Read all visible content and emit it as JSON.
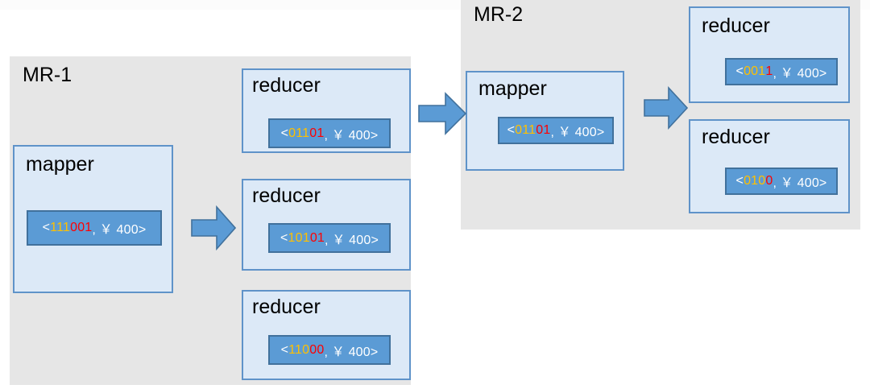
{
  "diagram": {
    "title_hidden": "",
    "colors": {
      "group_bg": "#e6e6e6",
      "node_bg": "#dce9f7",
      "node_border": "#5f93c9",
      "chip_bg": "#5b9bd5",
      "chip_border": "#41719c",
      "arrow_fill": "#5b9bd5",
      "arrow_border": "#41719c",
      "highlight_yellow": "#ffc000",
      "highlight_red": "#ff0000",
      "text_white": "#ffffff",
      "text_black": "#000000"
    },
    "groups": [
      {
        "id": "mr1",
        "label": "MR-1"
      },
      {
        "id": "mr2",
        "label": "MR-2"
      }
    ],
    "mr1": {
      "label": "MR-1",
      "mapper": {
        "title": "mapper",
        "record": {
          "open": "<",
          "yellow": "111",
          "red": "001",
          "tail": ", ￥ 400>",
          "full": "<111001, ￥ 400>"
        }
      },
      "reducers": [
        {
          "title": "reducer",
          "record": {
            "open": "<",
            "yellow": "011",
            "red": "01",
            "tail": ", ￥ 400>",
            "full": "<01101, ￥ 400>"
          }
        },
        {
          "title": "reducer",
          "record": {
            "open": "<",
            "yellow": "101",
            "red": "01",
            "tail": ", ￥ 400>",
            "full": "<10101, ￥ 400>"
          }
        },
        {
          "title": "reducer",
          "record": {
            "open": "<",
            "yellow": "110",
            "red": "00",
            "tail": ", ￥ 400>",
            "full": "<11000, ￥ 400>"
          }
        }
      ]
    },
    "mr2": {
      "label": "MR-2",
      "mapper": {
        "title": "mapper",
        "record": {
          "open": "<",
          "yellow": "011",
          "red": "01",
          "tail": ", ￥ 400>",
          "full": "<01101, ￥ 400>"
        }
      },
      "reducers": [
        {
          "title": "reducer",
          "record": {
            "open": "<",
            "yellow": "001",
            "red": "1",
            "tail": ", ￥ 400>",
            "full": "<0011, ￥ 400>"
          }
        },
        {
          "title": "reducer",
          "record": {
            "open": "<",
            "yellow": "010",
            "red": "0",
            "tail": ", ￥ 400>",
            "full": "<0100, ￥ 400>"
          }
        }
      ]
    },
    "arrows": [
      {
        "id": "mr1-map-to-reduce",
        "name": "arrow-mr1-mapper-to-reducers",
        "direction": "right"
      },
      {
        "id": "mr1-to-mr2",
        "name": "arrow-mr1-to-mr2",
        "direction": "right"
      },
      {
        "id": "mr2-map-to-reduce",
        "name": "arrow-mr2-mapper-to-reducers",
        "direction": "right"
      }
    ]
  }
}
